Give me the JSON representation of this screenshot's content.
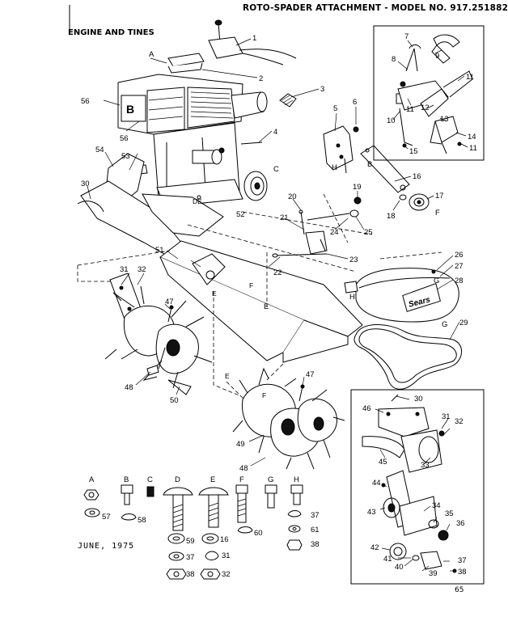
{
  "header": {
    "title": "ROTO-SPADER ATTACHMENT - MODEL NO. 917.251882"
  },
  "section": {
    "title": "ENGINE AND TINES"
  },
  "footer": {
    "date": "JUNE, 1975",
    "page": "65"
  },
  "engine_logo": "B",
  "belt_guard_brand": "Sears",
  "callouts": {
    "c1": "1",
    "c2": "2",
    "c3": "3",
    "c4": "4",
    "c5": "5",
    "c6": "6",
    "c7": "7",
    "c8": "8",
    "c9": "9",
    "c10": "10",
    "c11a": "11",
    "c11b": "11",
    "c11c": "11",
    "c12": "12",
    "c13": "13",
    "c14": "14",
    "c15": "15",
    "c16": "16",
    "c17": "17",
    "c18": "18",
    "c19": "19",
    "c20": "20",
    "c21": "21",
    "c22": "22",
    "c23": "23",
    "c24": "24",
    "c25": "25",
    "c26": "26",
    "c27": "27",
    "c28": "28",
    "c29": "29",
    "c30a": "30",
    "c30b": "30",
    "c31a": "31",
    "c31b": "31",
    "c31c": "31",
    "c32a": "32",
    "c32b": "32",
    "c32c": "32",
    "c33": "33",
    "c34": "34",
    "c35": "35",
    "c36": "36",
    "c37a": "37",
    "c37b": "37",
    "c37c": "37",
    "c38a": "38",
    "c38b": "38",
    "c38c": "38",
    "c39": "39",
    "c40": "40",
    "c41": "41",
    "c42": "42",
    "c43": "43",
    "c44": "44",
    "c45": "45",
    "c46": "46",
    "c47a": "47",
    "c47b": "47",
    "c48a": "48",
    "c48b": "48",
    "c49": "49",
    "c50": "50",
    "c51": "51",
    "c52": "52",
    "c53": "53",
    "c54": "54",
    "c56a": "56",
    "c56b": "56",
    "c57": "57",
    "c58": "58",
    "c59": "59",
    "c60": "60",
    "c61": "61",
    "c16b": "16",
    "lA": "A",
    "lB": "B",
    "lC": "C",
    "lD": "D",
    "lE": "E",
    "lF": "F",
    "lG": "G",
    "lH": "H",
    "lB2": "B",
    "lH2": "H",
    "lE2": "E",
    "lE3": "E",
    "lF2": "F",
    "lG2": "G",
    "lH3": "H",
    "lDE": "DE",
    "lE4": "E",
    "lF3": "F"
  },
  "hardware_legend": [
    {
      "letter": "A"
    },
    {
      "letter": "B"
    },
    {
      "letter": "C"
    },
    {
      "letter": "D"
    },
    {
      "letter": "E"
    },
    {
      "letter": "F"
    },
    {
      "letter": "G"
    },
    {
      "letter": "H"
    }
  ]
}
